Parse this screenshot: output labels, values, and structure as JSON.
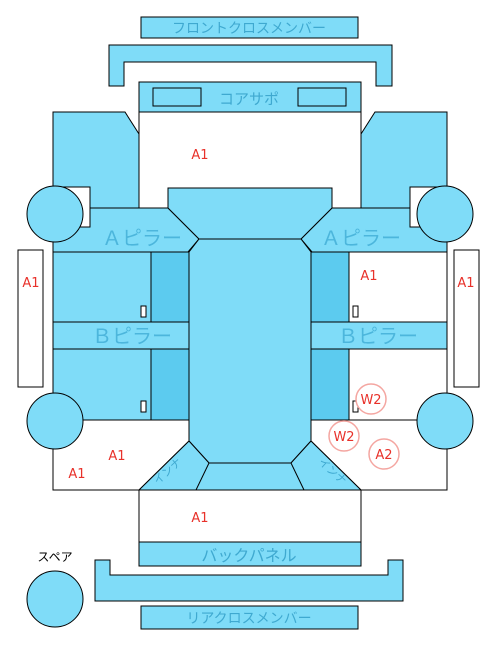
{
  "labels": {
    "front_cross_member": "フロントクロスメンバー",
    "core_support": "コアサポ",
    "a_pillar_left": "Ａピラー",
    "a_pillar_right": "Ａピラー",
    "b_pillar_left": "Ｂピラー",
    "b_pillar_right": "Ｂピラー",
    "back_panel": "バックパネル",
    "rear_cross_member": "リアクロスメンバー",
    "spare": "スペア",
    "inner_left": "インナ",
    "inner_right": "インナ"
  },
  "damage_marks": {
    "front_hood": "A1",
    "left_door_panel": "A1",
    "right_front_door": "A1",
    "right_door_panel": "A1",
    "rear_left_upper": "A1",
    "rear_left_lower": "A1",
    "trunk": "A1",
    "right_rear_w2_upper": "W2",
    "right_rear_w2_lower": "W2",
    "right_rear_a2": "A2"
  },
  "colors": {
    "part_fill": "#7fdcf8",
    "part_fill_dark": "#5ccbef",
    "outline": "#000000",
    "label_text": "#3fa9d0",
    "mark_text": "#e8312a",
    "mark_circle": "#f4a6a1"
  }
}
